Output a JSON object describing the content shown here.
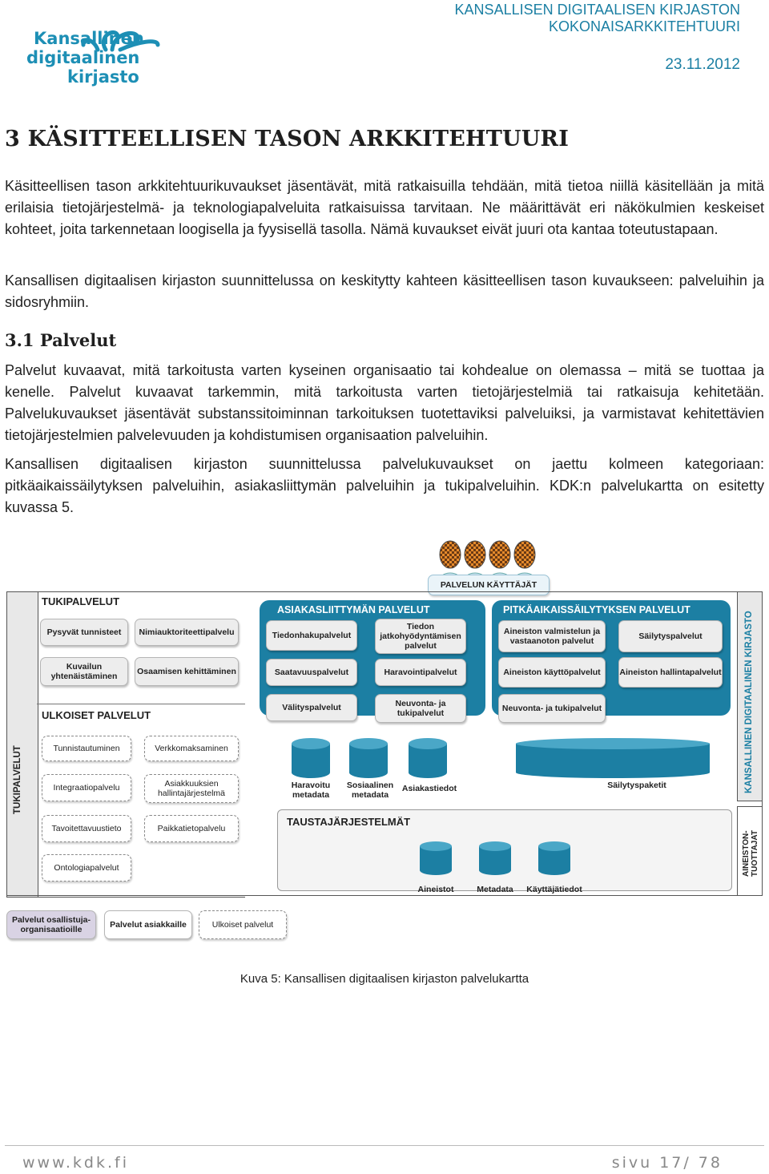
{
  "header": {
    "logo_lines": [
      "Kansallinen",
      "digitaalinen",
      "kirjasto"
    ],
    "doc_title_line1": "KANSALLISEN DIGITAALISEN KIRJASTON",
    "doc_title_line2": "KOKONAISARKKITEHTUURI",
    "date": "23.11.2012"
  },
  "section": {
    "heading": "3 KÄSITTEELLISEN TASON ARKKITEHTUURI",
    "para1": "Käsitteellisen tason arkkitehtuurikuvaukset jäsentävät, mitä ratkaisuilla tehdään, mitä tietoa niillä käsitellään ja mitä erilaisia tietojärjestelmä- ja teknologiapalveluita ratkaisuissa tarvitaan. Ne määrittävät eri näkökulmien keskeiset kohteet, joita tarkennetaan loogisella ja fyysisellä tasolla. Nämä kuvaukset eivät juuri ota kantaa toteutustapaan.",
    "para2": "Kansallisen digitaalisen kirjaston suunnittelussa on keskitytty kahteen käsitteellisen tason kuvaukseen: palveluihin ja sidosryhmiin.",
    "subheading": "3.1  Palvelut",
    "para3": "Palvelut kuvaavat, mitä tarkoitusta varten kyseinen organisaatio tai kohdealue on olemassa – mitä se tuottaa ja kenelle. Palvelut kuvaavat tarkemmin, mitä tarkoitusta varten tietojärjestelmiä tai ratkaisuja kehitetään. Palvelukuvaukset jäsentävät substanssitoiminnan tarkoituksen tuotettaviksi palveluiksi, ja varmistavat kehitettävien tietojärjestelmien palvelevuuden ja kohdistumisen organisaation palveluihin.",
    "para4": "Kansallisen digitaalisen kirjaston suunnittelussa palvelukuvaukset on jaettu kolmeen kategoriaan: pitkäaikaissäilytyksen palveluihin, asiakasliittymän palveluihin ja tukipalveluihin. KDK:n palvelukartta on esitetty kuvassa 5."
  },
  "diagram": {
    "users_label": "PALVELUN KÄYTTÄJÄT",
    "tuki_title": "TUKIPALVELUT",
    "tuki_items": [
      "Pysyvät tunnisteet",
      "Nimiauktoriteettipalvelu",
      "Kuvailun yhtenäistäminen",
      "Osaamisen kehittäminen"
    ],
    "ulkoiset_title": "ULKOISET PALVELUT",
    "ulkoiset_items": [
      "Tunnistautuminen",
      "Verkkomaksaminen",
      "Integraatiopalvelu",
      "Asiakkuuksien hallintajärjestelmä",
      "Tavoitettavuustieto",
      "Paikkatietopalvelu",
      "Ontologiapalvelut"
    ],
    "tuki_side_label": "TUKIPALVELUT",
    "asiakas_title": "ASIAKASLIITTYMÄN PALVELUT",
    "asiakas_items": [
      "Tiedonhakupalvelut",
      "Tiedon jatkohyödyntämisen palvelut",
      "Saatavuuspalvelut",
      "Haravointipalvelut",
      "Välityspalvelut",
      "Neuvonta- ja tukipalvelut"
    ],
    "pitka_title": "PITKÄAIKAISSÄILYTYKSEN PALVELUT",
    "pitka_items": [
      "Aineiston valmistelun ja vastaanoton palvelut",
      "Säilytyspalvelut",
      "Aineiston käyttöpalvelut",
      "Aineiston hallintapalvelut",
      "Neuvonta- ja tukipalvelut"
    ],
    "kdk_label": "KANSALLINEN DIGITAALINEN KIRJASTO",
    "storage": [
      "Haravoitu metadata",
      "Sosiaalinen metadata",
      "Asiakastiedot",
      "Säilytyspaketit"
    ],
    "tausta_title": "TAUSTAJÄRJESTELMÄT",
    "tausta_items": [
      "Aineistot",
      "Metadata",
      "Käyttäjätiedot"
    ],
    "aineisto_label": "AINEISTON-TUOTTAJAT",
    "legend": [
      "Palvelut osallistuja-organisaatioille",
      "Palvelut asiakkaille",
      "Ulkoiset palvelut"
    ]
  },
  "caption": "Kuva 5: Kansallisen digitaalisen kirjaston palvelukartta",
  "footer": {
    "url": "www.kdk.fi",
    "page": "sivu 17/ 78"
  },
  "colors": {
    "brand": "#1b7fa3",
    "panel": "#1c7fa3",
    "card": "#ededed"
  }
}
